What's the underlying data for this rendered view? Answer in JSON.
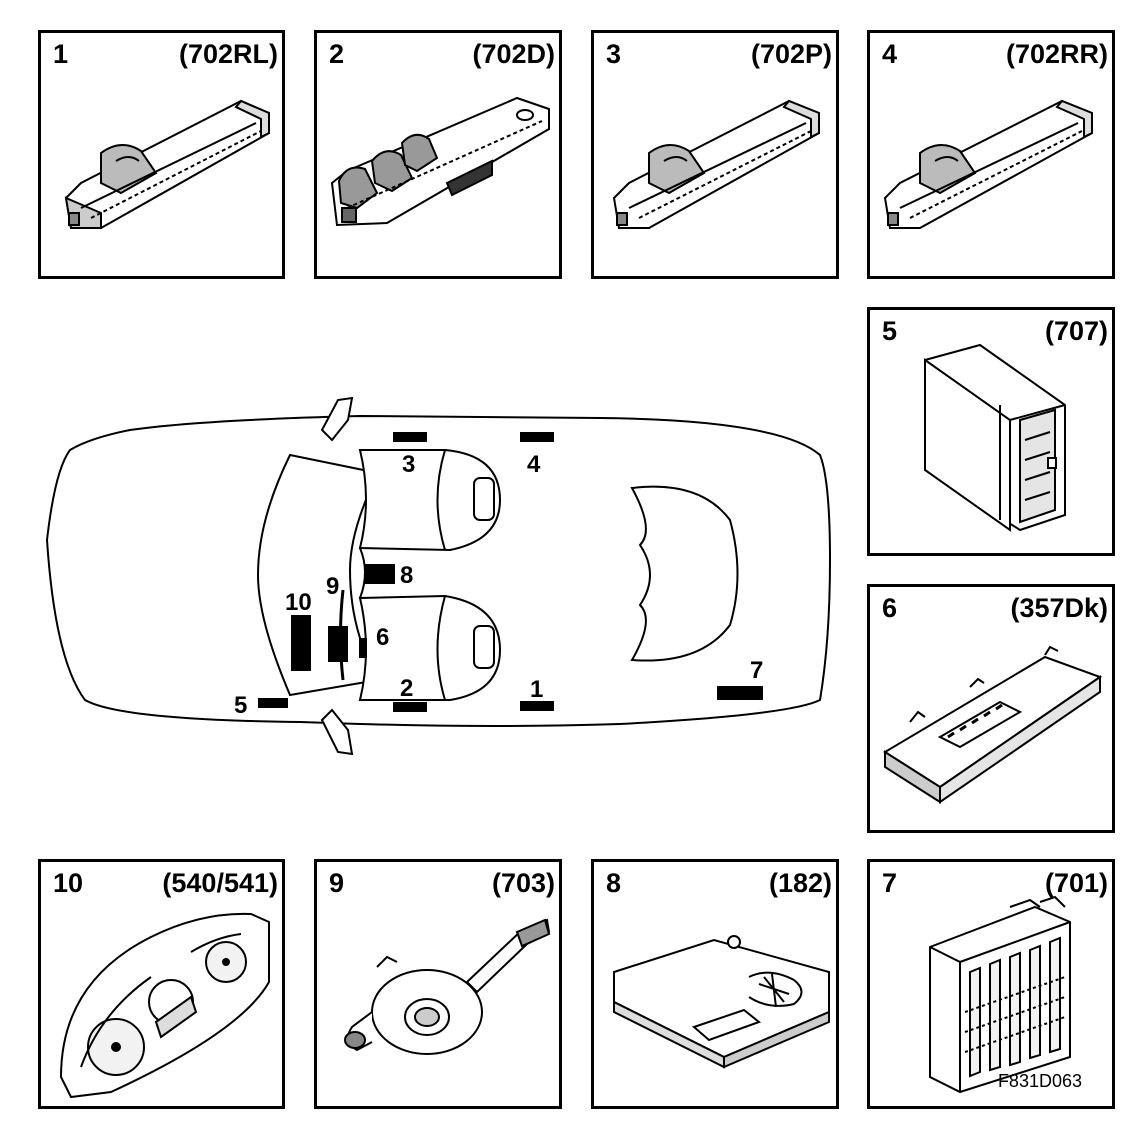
{
  "panels": [
    {
      "num": "1",
      "code": "(702RL)",
      "icon": "window-switch-single-icon"
    },
    {
      "num": "2",
      "code": "(702D)",
      "icon": "window-switch-driver-icon"
    },
    {
      "num": "3",
      "code": "(702P)",
      "icon": "window-switch-single-icon"
    },
    {
      "num": "4",
      "code": "(702RR)",
      "icon": "window-switch-single-icon"
    },
    {
      "num": "5",
      "code": "(707)",
      "icon": "control-module-icon"
    },
    {
      "num": "6",
      "code": "(357Dk)",
      "icon": "control-module-flat-icon"
    },
    {
      "num": "10",
      "code": "(540/541)",
      "icon": "instrument-cluster-icon"
    },
    {
      "num": "9",
      "code": "(703)",
      "icon": "steering-column-switch-icon"
    },
    {
      "num": "8",
      "code": "(182)",
      "icon": "module-housing-icon"
    },
    {
      "num": "7",
      "code": "(701)",
      "icon": "fuse-box-icon"
    }
  ],
  "car_labels": {
    "l1": "1",
    "l2": "2",
    "l3": "3",
    "l4": "4",
    "l5": "5",
    "l6": "6",
    "l7": "7",
    "l8": "8",
    "l9": "9",
    "l10": "10"
  },
  "figure_id": "F831D063"
}
